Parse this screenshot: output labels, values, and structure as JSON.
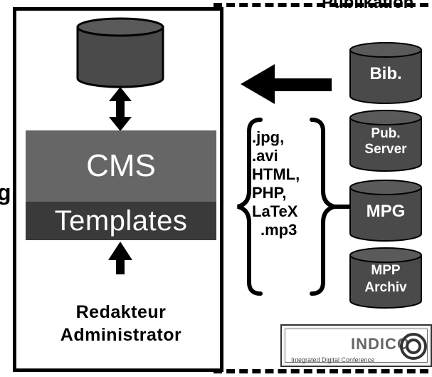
{
  "cms": {
    "title": "CMS",
    "templates": "Templates"
  },
  "roles": {
    "editor": "Redakteur",
    "admin": "Administrator"
  },
  "formats": [
    ".jpg,",
    ".avi",
    "HTML,",
    "PHP,",
    "LaTeX",
    ".mp3"
  ],
  "sources": {
    "bib": "Bib.",
    "pub_line1": "Pub.",
    "pub_line2": "Server",
    "mpg": "MPG",
    "mpp_line1": "MPP",
    "mpp_line2": "Archiv"
  },
  "cut_text": {
    "left": "g",
    "top": "Publikation"
  },
  "logo": {
    "name": "INDICO",
    "tagline": "Integrated Digital Conference"
  },
  "colors": {
    "cms_top": "#666666",
    "cms_bottom": "#3a3a3a",
    "cylinder": "#4a4a4a",
    "cylinder_top": "#5a5a5a",
    "frame": "#000000"
  }
}
